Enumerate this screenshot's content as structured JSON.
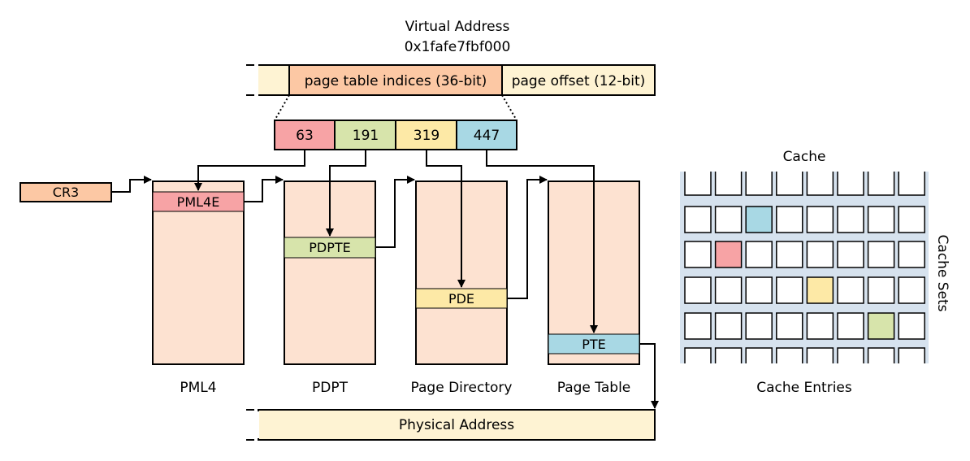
{
  "virtual_address": {
    "title": "Virtual Address",
    "value": "0x1fafe7fbf000",
    "indices_label": "page table indices (36-bit)",
    "offset_label": "page offset (12-bit)"
  },
  "indices": [
    "63",
    "191",
    "319",
    "447"
  ],
  "cr3_label": "CR3",
  "tables": [
    {
      "name": "PML4",
      "entry": "PML4E"
    },
    {
      "name": "PDPT",
      "entry": "PDPTE"
    },
    {
      "name": "Page Directory",
      "entry": "PDE"
    },
    {
      "name": "Page Table",
      "entry": "PTE"
    }
  ],
  "physical_address_label": "Physical Address",
  "cache": {
    "title": "Cache",
    "sets_label": "Cache Sets",
    "entries_label": "Cache Entries"
  },
  "colors": {
    "pml4e": "#f7a3a5",
    "pdpte": "#d7e4ab",
    "pde": "#fde9a6",
    "pte": "#a8d8e4",
    "table_fill": "#fde2d1",
    "indices_fill": "#fcc8a4",
    "offset_fill": "#fef3d3",
    "cache_bg": "#d6e2ee"
  }
}
